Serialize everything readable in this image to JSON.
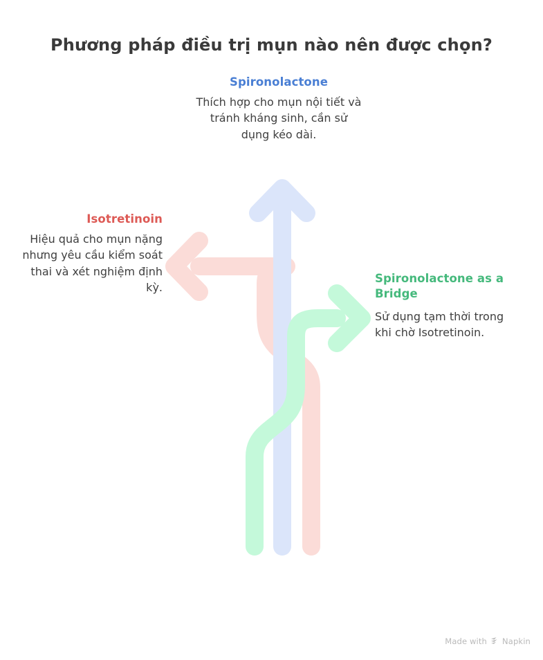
{
  "title": "Phương pháp điều trị mụn nào nên được chọn?",
  "nodes": {
    "spironolactone": {
      "heading": "Spironolactone",
      "body": "Thích hợp cho mụn nội tiết và tránh kháng sinh, cần sử dụng kéo dài.",
      "color": "#4a7fd4",
      "arrow_color": "#dbe5fa",
      "direction": "up"
    },
    "isotretinoin": {
      "heading": "Isotretinoin",
      "body": "Hiệu quả cho mụn nặng nhưng yêu cầu kiểm soát thai và xét nghiệm định kỳ.",
      "color": "#dd5a55",
      "arrow_color": "#fbdcd8",
      "direction": "left"
    },
    "bridge": {
      "heading": "Spironolactone as a Bridge",
      "body": "Sử dụng tạm thời trong khi chờ Isotretinoin.",
      "color": "#45b97c",
      "arrow_color": "#c4f9da",
      "direction": "right"
    }
  },
  "watermark": {
    "text_before": "Made with",
    "logo": "napkin-logo-icon",
    "brand": "Napkin"
  }
}
